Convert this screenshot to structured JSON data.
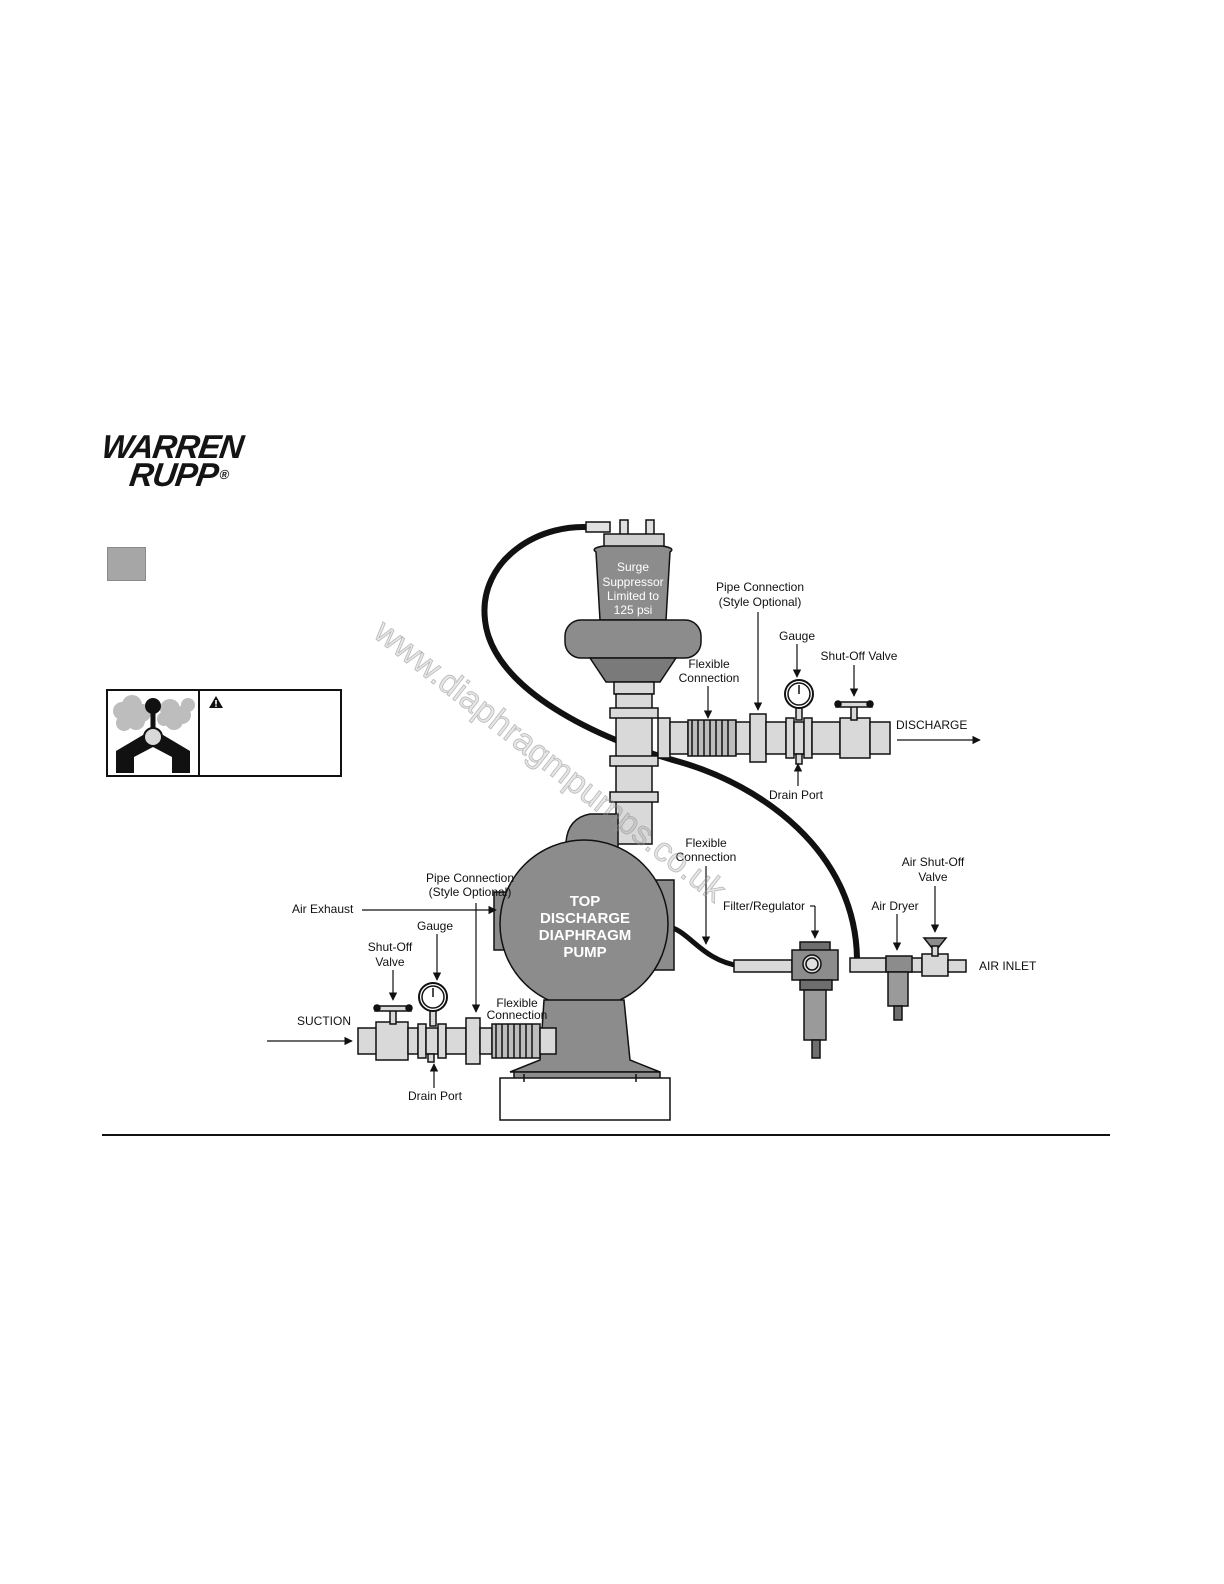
{
  "logo": {
    "line1": "WARREN",
    "line2": "RUPP",
    "registered": "®"
  },
  "colors": {
    "pump_body": "#8c8c8c",
    "pump_dark": "#6e6e6e",
    "pipe": "#d9d9d9",
    "hose": "#111111",
    "line": "#111111",
    "gray_box": "#a6a6a6"
  },
  "labels": {
    "surge": [
      "Surge",
      "Suppressor",
      "Limited to",
      "125 psi"
    ],
    "pump": [
      "TOP",
      "DISCHARGE",
      "DIAPHRAGM",
      "PUMP"
    ],
    "pipe_connection_top": [
      "Pipe Connection",
      "(Style Optional)"
    ],
    "gauge_top": "Gauge",
    "shutoff_top": "Shut-Off Valve",
    "flexible_top": [
      "Flexible",
      "Connection"
    ],
    "discharge": "DISCHARGE",
    "drain_top": "Drain Port",
    "flexible_mid": [
      "Flexible",
      "Connection"
    ],
    "air_shutoff": [
      "Air Shut-Off",
      "Valve"
    ],
    "pipe_connection_bottom": [
      "Pipe Connection",
      "(Style Optional)"
    ],
    "air_exhaust": "Air Exhaust",
    "filter_regulator": "Filter/Regulator",
    "air_dryer": "Air Dryer",
    "air_inlet": "AIR INLET",
    "gauge_bottom": "Gauge",
    "shutoff_bottom": [
      "Shut-Off",
      "Valve"
    ],
    "suction": "SUCTION",
    "flexible_bottom": [
      "Flexible",
      "Connection"
    ],
    "drain_bottom": "Drain Port"
  },
  "watermark": "www.diaphragmpumps.co.uk",
  "icons": {
    "warning": "warning-triangle-icon",
    "hazard": "inhalation-hazard-icon"
  }
}
